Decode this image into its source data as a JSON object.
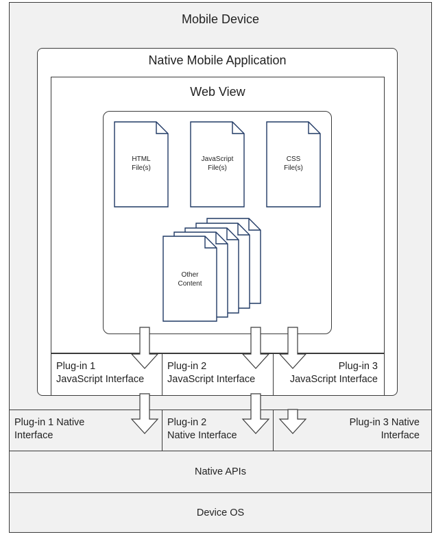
{
  "mobile_device": {
    "title": "Mobile Device"
  },
  "native_app": {
    "title": "Native Mobile Application"
  },
  "web_view": {
    "title": "Web View"
  },
  "files": [
    {
      "line1": "HTML",
      "line2": "File(s)"
    },
    {
      "line1": "JavaScript",
      "line2": "File(s)"
    },
    {
      "line1": "CSS",
      "line2": "File(s)"
    }
  ],
  "other_content": {
    "line1": "Other",
    "line2": "Content"
  },
  "js_interfaces": [
    {
      "line1": "Plug-in 1",
      "line2": "JavaScript Interface"
    },
    {
      "line1": "Plug-in 2",
      "line2": "JavaScript Interface"
    },
    {
      "line1": "Plug-in 3",
      "line2": "JavaScript Interface"
    }
  ],
  "native_interfaces": [
    {
      "line1": "Plug-in 1 Native",
      "line2": "Interface"
    },
    {
      "line1": "Plug-in 2",
      "line2": "Native Interface"
    },
    {
      "line1": "Plug-in 3 Native",
      "line2": "Interface"
    }
  ],
  "native_apis": {
    "label": "Native APIs"
  },
  "device_os": {
    "label": "Device OS"
  },
  "colors": {
    "fill_gray": "#f1f1f1",
    "stroke": "#3a3a3a",
    "doc_stroke": "#1f3864"
  }
}
